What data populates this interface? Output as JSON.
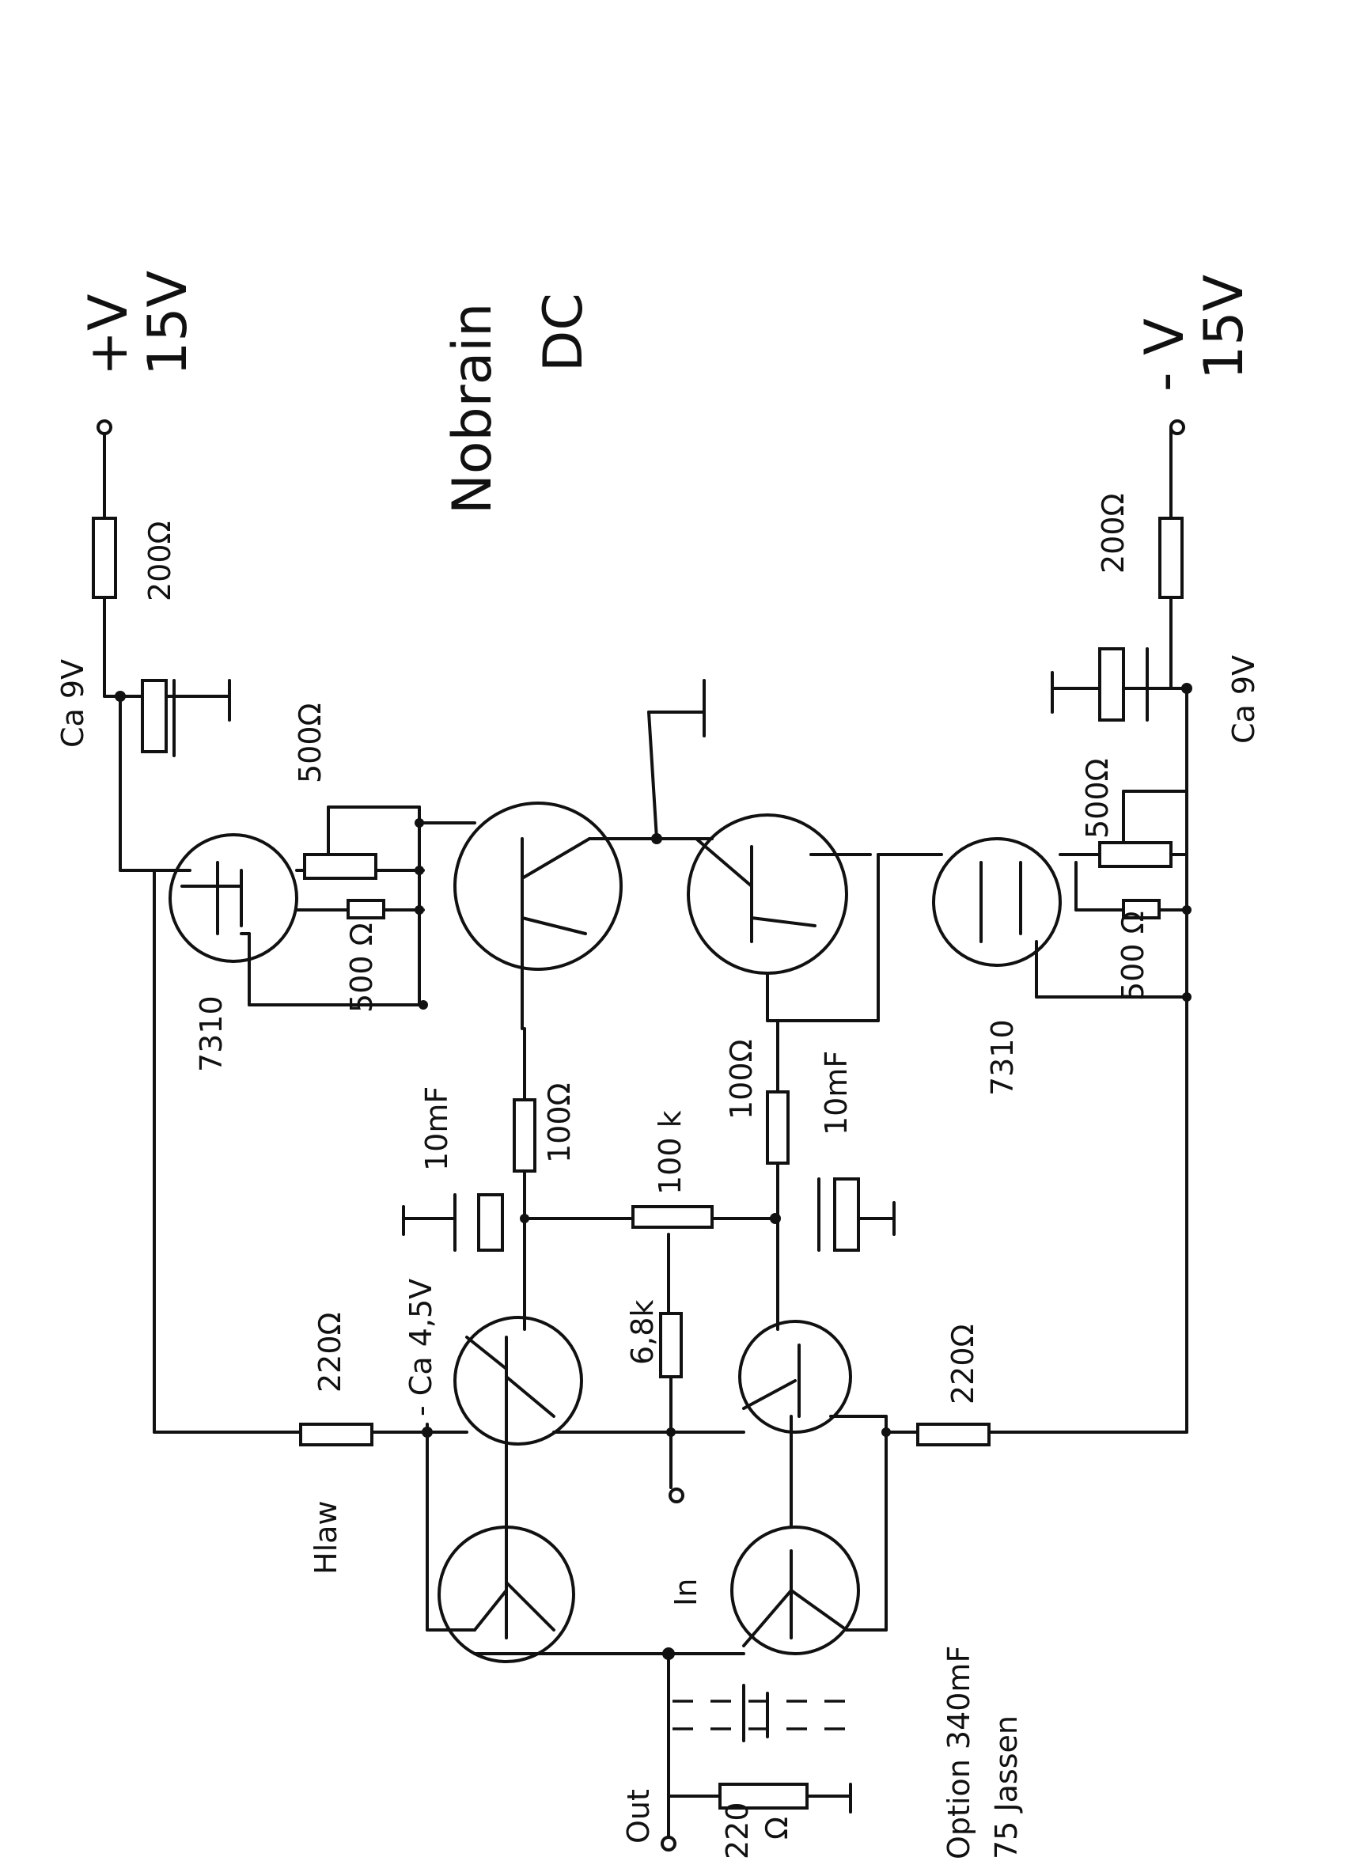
{
  "title": {
    "line1": "Nobrain",
    "line2": "DC"
  },
  "supplies": {
    "pos_voltage": "+V",
    "pos_value": "15V",
    "neg_voltage": "- V",
    "neg_value": "15V",
    "pos_rail_note": "Ca 9V",
    "neg_rail_note": "Ca 9V"
  },
  "components": {
    "r_pos_supply": "200Ω",
    "r_neg_supply": "200Ω",
    "trim_pos_top": "500Ω",
    "trim_pos_bottom": "500 Ω",
    "trim_neg_top": "500Ω",
    "trim_neg_bottom": "500 Ω",
    "reg_pos": "7310",
    "reg_neg": "7310",
    "r_base_left": "100Ω",
    "r_pot_mid": "100 k",
    "r_base_right": "100Ω",
    "cap_left": "10mF",
    "cap_right": "10mF",
    "bias_note": "- Ca 4,5V",
    "r_in": "6,8k",
    "r_emit_left": "220Ω",
    "r_emit_right": "220Ω",
    "load_note": "Hlaw",
    "input_label": "In",
    "output_label": "Out",
    "out_resistor_1": "220",
    "out_resistor_2": "Ω",
    "option_note": "Option 340mF",
    "option_note_2": "75 Jassen"
  },
  "colors": {
    "ink": "#111111",
    "paper": "#ffffff"
  }
}
